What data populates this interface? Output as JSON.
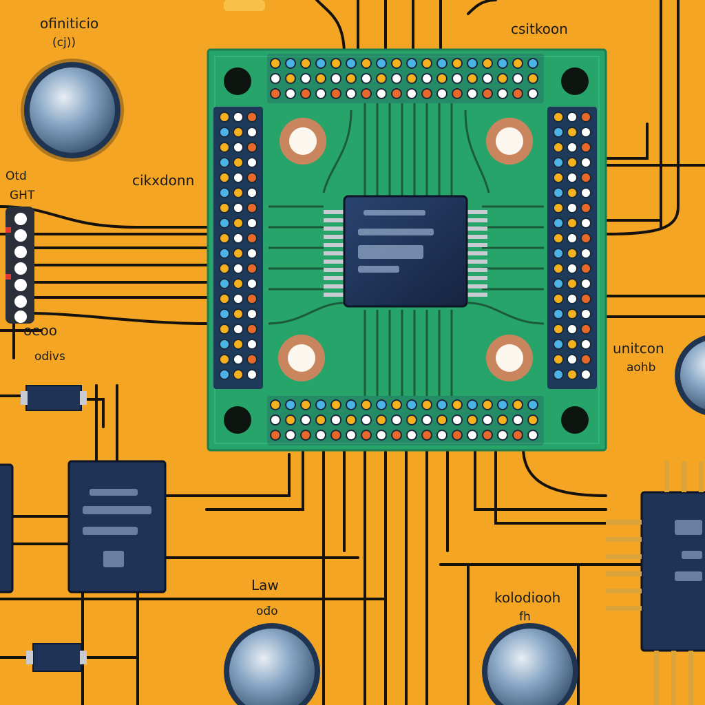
{
  "labels": {
    "top_left": "ofiniticio",
    "top_left_sub": "(cj))",
    "top_right": "csitkoon",
    "left_mid": "Otd",
    "left_mid_sub": "GHT",
    "center_left": "cikxdonn",
    "left_lower": "oeoo",
    "left_lower_sub": "odivs",
    "right_mid": "unitcon",
    "right_mid_sub": "aohb",
    "bottom_center": "Law",
    "bottom_center_sub": "ođo",
    "bottom_right": "kolodiooh",
    "bottom_right_sub": "fh"
  },
  "colors": {
    "board": "#f4a524",
    "pcb": "#27a46a",
    "chip": "#1e3356",
    "trace": "#15120e"
  }
}
